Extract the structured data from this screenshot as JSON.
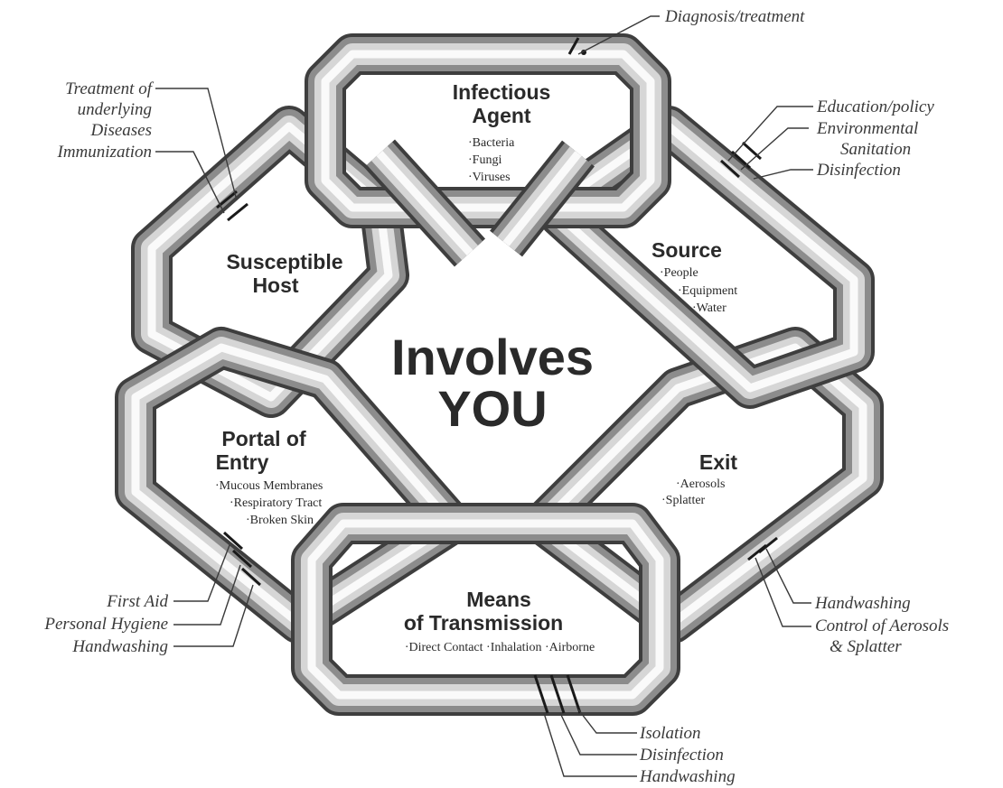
{
  "center": {
    "line1": "Involves",
    "line2": "YOU"
  },
  "links": {
    "infectious_agent": {
      "title1": "Infectious",
      "title2": "Agent",
      "items": [
        "·Bacteria",
        "·Fungi",
        "·Viruses"
      ]
    },
    "source": {
      "title": "Source",
      "items": [
        "·People",
        "·Equipment",
        "·Water"
      ]
    },
    "exit": {
      "title": "Exit",
      "items": [
        "·Aerosols",
        "·Splatter"
      ]
    },
    "means_of_transmission": {
      "title1": "Means",
      "title2": "of Transmission",
      "items": "·Direct Contact ·Inhalation ·Airborne"
    },
    "portal_of_entry": {
      "title1": "Portal of",
      "title2": "Entry",
      "items": [
        "·Mucous Membranes",
        "·Respiratory Tract",
        "·Broken Skin"
      ]
    },
    "susceptible_host": {
      "title1": "Susceptible",
      "title2": "Host"
    }
  },
  "interventions": {
    "agent": [
      "Diagnosis/treatment"
    ],
    "source": [
      "Education/policy",
      "Environmental",
      "Sanitation",
      "Disinfection"
    ],
    "exit": [
      "Handwashing",
      "Control of Aerosols",
      "& Splatter"
    ],
    "transmission": [
      "Isolation",
      "Disinfection",
      "Handwashing"
    ],
    "portal": [
      "First Aid",
      "Personal Hygiene",
      "Handwashing"
    ],
    "host": [
      "Treatment of",
      "underlying",
      "Diseases",
      "Immunization"
    ]
  },
  "colors": {
    "chain_dark": "#3e3e3e",
    "chain_mid": "#8c8c8c",
    "chain_light": "#d6d6d6",
    "text": "#2a2a2a"
  }
}
